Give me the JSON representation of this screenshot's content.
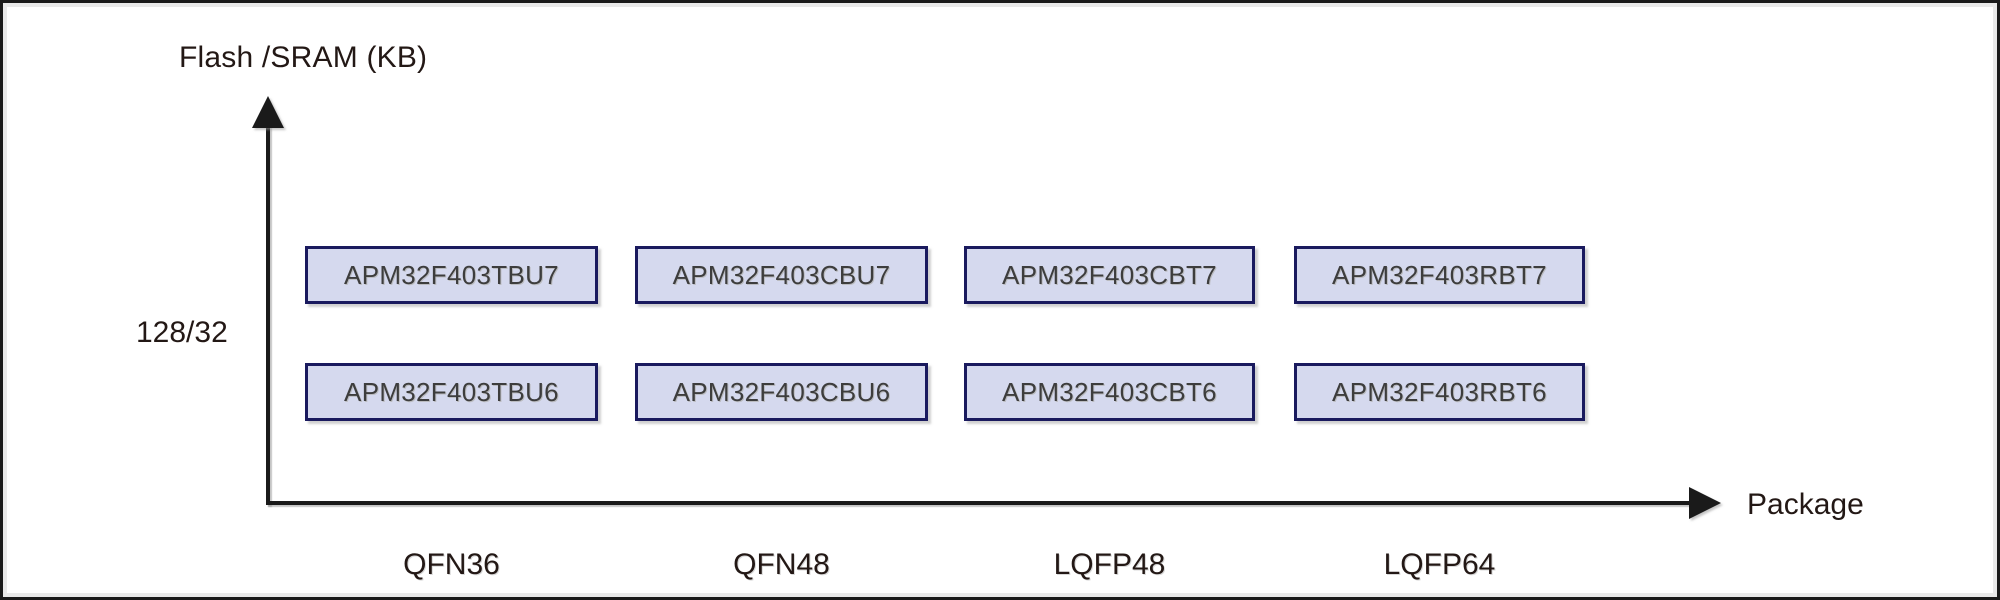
{
  "chart_data": {
    "type": "table",
    "title": "",
    "ylabel": "Flash /SRAM (KB)",
    "xlabel": "Package",
    "grid": false,
    "legend": "none",
    "y_tick_labels": [
      "128/32"
    ],
    "categories": [
      "QFN36",
      "QFN48",
      "LQFP48",
      "LQFP64"
    ],
    "rows": [
      {
        "row_label": "128/32",
        "suffix": "7",
        "cells": [
          "APM32F403TBU7",
          "APM32F403CBU7",
          "APM32F403CBT7",
          "APM32F403RBT7"
        ]
      },
      {
        "row_label": "128/32",
        "suffix": "6",
        "cells": [
          "APM32F403TBU6",
          "APM32F403CBU6",
          "APM32F403CBT6",
          "APM32F403RBT6"
        ]
      }
    ],
    "colors": {
      "box_fill": "#d5d9ee",
      "box_border": "#1a1a5e",
      "box_text": "#3d3d3d",
      "axis": "#1a1a1a",
      "axis_text": "#231815",
      "background": "#ffffff",
      "frame": "#1a1a1a"
    }
  },
  "axes": {
    "y_title": "Flash /SRAM (KB)",
    "y_tick": "128/32",
    "x_title": "Package"
  },
  "categories": [
    {
      "label": "QFN36"
    },
    {
      "label": "QFN48"
    },
    {
      "label": "LQFP48"
    },
    {
      "label": "LQFP64"
    }
  ],
  "parts": {
    "row_top": [
      {
        "label": "APM32F403TBU7"
      },
      {
        "label": "APM32F403CBU7"
      },
      {
        "label": "APM32F403CBT7"
      },
      {
        "label": "APM32F403RBT7"
      }
    ],
    "row_bottom": [
      {
        "label": "APM32F403TBU6"
      },
      {
        "label": "APM32F403CBU6"
      },
      {
        "label": "APM32F403CBT6"
      },
      {
        "label": "APM32F403RBT6"
      }
    ]
  }
}
